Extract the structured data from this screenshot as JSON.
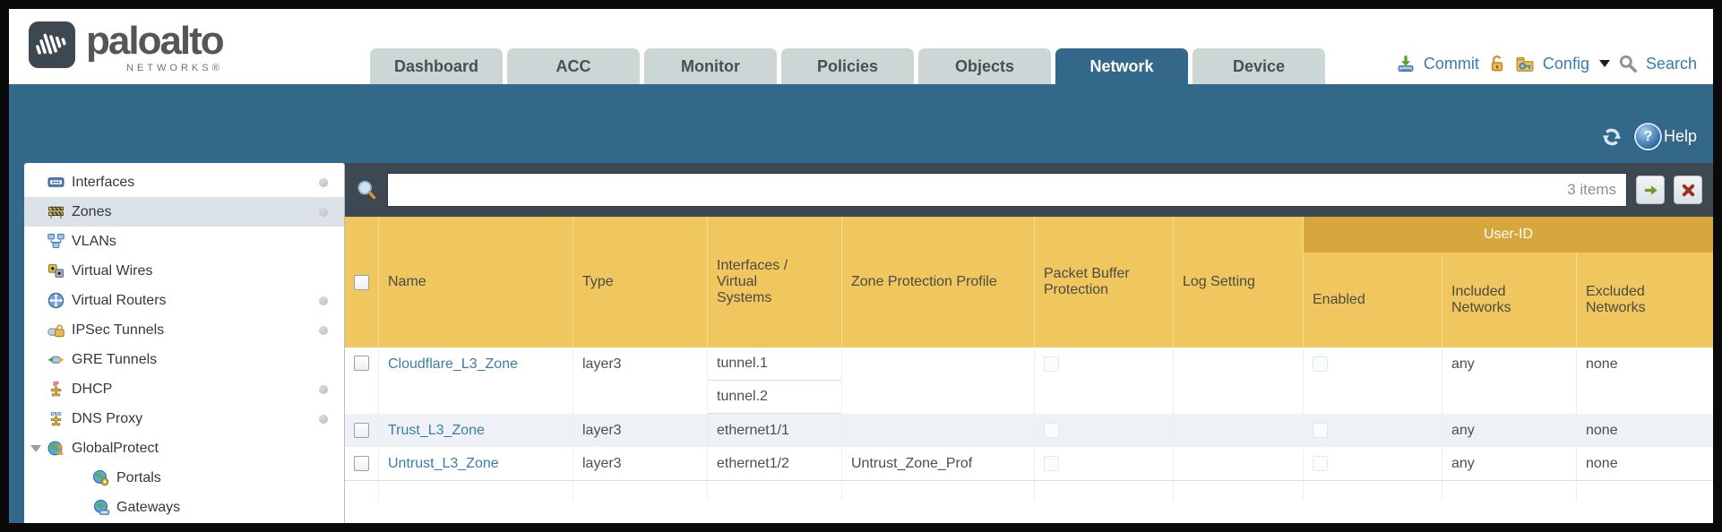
{
  "colors": {
    "accent_teal": "#34688a",
    "table_header_gold": "#f0c75e",
    "user_id_band_gold": "#d7a63d",
    "link_blue": "#3a7ea8",
    "filter_bar_slate": "#3e4850"
  },
  "header": {
    "brand": {
      "name": "paloalto",
      "sub": "NETWORKS®"
    },
    "tabs": [
      {
        "label": "Dashboard",
        "active": false
      },
      {
        "label": "ACC",
        "active": false
      },
      {
        "label": "Monitor",
        "active": false
      },
      {
        "label": "Policies",
        "active": false
      },
      {
        "label": "Objects",
        "active": false
      },
      {
        "label": "Network",
        "active": true
      },
      {
        "label": "Device",
        "active": false
      }
    ],
    "actions": {
      "commit": "Commit",
      "config": "Config",
      "search": "Search"
    }
  },
  "band": {
    "help": "Help"
  },
  "sidebar": {
    "items": [
      {
        "label": "Interfaces",
        "dot": true,
        "selected": false
      },
      {
        "label": "Zones",
        "dot": true,
        "selected": true
      },
      {
        "label": "VLANs",
        "dot": false,
        "selected": false
      },
      {
        "label": "Virtual Wires",
        "dot": false,
        "selected": false
      },
      {
        "label": "Virtual Routers",
        "dot": true,
        "selected": false
      },
      {
        "label": "IPSec Tunnels",
        "dot": true,
        "selected": false
      },
      {
        "label": "GRE Tunnels",
        "dot": false,
        "selected": false
      },
      {
        "label": "DHCP",
        "dot": true,
        "selected": false
      },
      {
        "label": "DNS Proxy",
        "dot": true,
        "selected": false
      },
      {
        "label": "GlobalProtect",
        "dot": false,
        "selected": false,
        "expanded": true
      },
      {
        "label": "Portals",
        "dot": false,
        "selected": false,
        "child": true
      },
      {
        "label": "Gateways",
        "dot": false,
        "selected": false,
        "child": true
      }
    ]
  },
  "content": {
    "filter": {
      "value": "",
      "count": "3 items"
    },
    "table": {
      "group_header": "User-ID",
      "headers": {
        "name": "Name",
        "type": "Type",
        "interfaces": "Interfaces / Virtual Systems",
        "zone_protection_profile": "Zone Protection Profile",
        "packet_buffer_protection": "Packet Buffer Protection",
        "log_setting": "Log Setting",
        "enabled": "Enabled",
        "included_networks": "Included Networks",
        "excluded_networks": "Excluded Networks"
      },
      "rows": [
        {
          "name": "Cloudflare_L3_Zone",
          "type": "layer3",
          "interfaces": [
            "tunnel.1",
            "tunnel.2"
          ],
          "zone_protection_profile": "",
          "log_setting": "",
          "included_networks": "any",
          "excluded_networks": "none"
        },
        {
          "name": "Trust_L3_Zone",
          "type": "layer3",
          "interfaces": [
            "ethernet1/1"
          ],
          "zone_protection_profile": "",
          "log_setting": "",
          "included_networks": "any",
          "excluded_networks": "none"
        },
        {
          "name": "Untrust_L3_Zone",
          "type": "layer3",
          "interfaces": [
            "ethernet1/2"
          ],
          "zone_protection_profile": "Untrust_Zone_Prof",
          "log_setting": "",
          "included_networks": "any",
          "excluded_networks": "none"
        }
      ]
    }
  }
}
